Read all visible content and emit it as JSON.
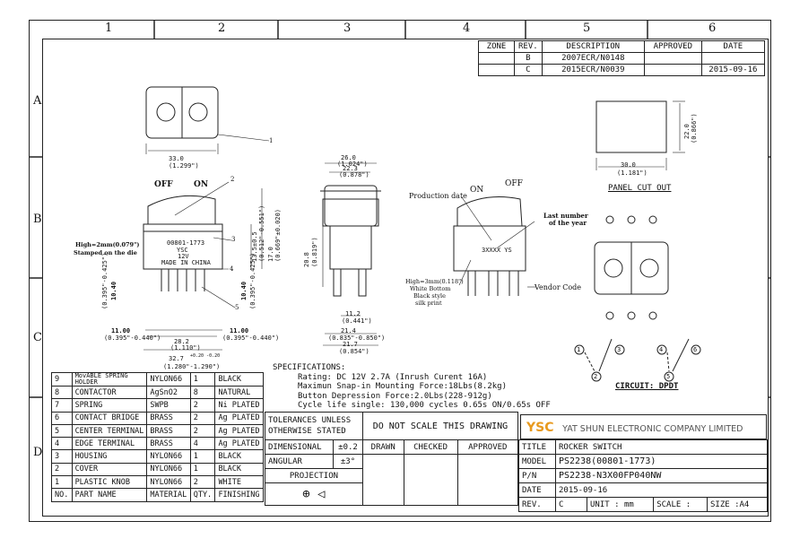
{
  "grid": {
    "columns": [
      "1",
      "2",
      "3",
      "4",
      "5",
      "6"
    ],
    "rows": [
      "A",
      "B",
      "C",
      "D"
    ]
  },
  "revisions": {
    "headers": [
      "ZONE",
      "REV.",
      "DESCRIPTION",
      "APPROVED",
      "DATE"
    ],
    "rows": [
      {
        "zone": "",
        "rev": "B",
        "desc": "2007ECR/N0148",
        "approved": "",
        "date": ""
      },
      {
        "zone": "",
        "rev": "C",
        "desc": "2015ECR/N0039",
        "approved": "",
        "date": "2015-09-16"
      }
    ]
  },
  "views": {
    "top_dim": "33.0",
    "top_dim_in": "(1.299\")",
    "callout_1": "1",
    "callout_2": "2",
    "callout_3": "3",
    "callout_4": "4",
    "callout_5": "5",
    "off_label": "OFF",
    "on_label": "ON",
    "stamp_note": "High=2mm(0.079\")",
    "stamp_note2": "Stamped on the die",
    "body_text1": "00801-1773",
    "body_text2": "YSC",
    "body_text3": "12V",
    "body_text4": "MADE IN CHINA",
    "dim_28": "28.2",
    "dim_28_in": "(1.110\")",
    "dim_32": "32.7",
    "dim_32_tol": "+0.20 -0.20",
    "dim_32_in": "(1.280\"-1.290\")",
    "dim_11a": "11.00",
    "dim_11a_in": "(0.395\"-0.440\")",
    "dim_11b": "11.00",
    "dim_11b_in": "(0.395\"-0.440\")",
    "dim_10a": "10.40",
    "dim_10a_in": "(0.395\"-0.425\")",
    "dim_10b": "10.40",
    "dim_10b_in": "(0.395\"-0.425\")",
    "dim_134": "13.5±0.5",
    "dim_134_in": "(0.512\"-0.551\")",
    "dim_17": "17.0",
    "dim_17_in": "(0.669\"±0.020)",
    "dim_26": "26.0",
    "dim_26_in": "(1.024\")",
    "dim_223": "22.3",
    "dim_223_in": "(0.878\")",
    "dim_208": "20.8",
    "dim_208_in": "(0.819\")",
    "dim_112": "11.2",
    "dim_112_in": "(0.441\")",
    "dim_214": "21.4",
    "dim_214_in": "(0.835\"-0.850\")",
    "dim_217": "21.7",
    "dim_217_in": "(0.854\")",
    "prod_date": "Production date",
    "last_number": "Last number",
    "of_year": "of the year",
    "vendor_code": "Vendor  Code",
    "code_text": "3XXXX YS",
    "silk_note": "High=3mm(0.118\")",
    "silk_note2": "White Bottom",
    "silk_note3": "Black style",
    "silk_note4": "silk print",
    "panel_30": "30.0",
    "panel_30_in": "(1.181\")",
    "panel_22": "22.0",
    "panel_22_in": "(0.866\")",
    "panel_label": "PANEL CUT OUT",
    "circuit_label": "CIRCUIT: DPDT",
    "term_1": "1",
    "term_2": "2",
    "term_3": "3",
    "term_4": "4",
    "term_5": "5",
    "term_6": "6"
  },
  "specifications": {
    "heading": "SPECIFICATIONS:",
    "lines": [
      "Rating: DC 12V 2.7A (Inrush Curent 16A)",
      "Maximun Snap-in Mounting Force:18Lbs(8.2kg)",
      "Button Depression Force:2.0Lbs(228-912g)",
      "Cycle life single: 130,000 cycles 0.65s ON/0.65s OFF"
    ]
  },
  "bom": {
    "headers": [
      "NO.",
      "PART NAME",
      "MATERIAL",
      "QTY.",
      "FINISHING"
    ],
    "rows": [
      [
        "9",
        "MovABLE SPRING HOLDER",
        "NYLON66",
        "1",
        "BLACK"
      ],
      [
        "8",
        "CONTACTOR",
        "AgSnO2",
        "8",
        "NATURAL"
      ],
      [
        "7",
        "SPRING",
        "SWPB",
        "2",
        "Ni PLATED"
      ],
      [
        "6",
        "CONTACT BRIDGE",
        "BRASS",
        "2",
        "Ag PLATED"
      ],
      [
        "5",
        "CENTER TERMINAL",
        "BRASS",
        "2",
        "Ag PLATED"
      ],
      [
        "4",
        "EDGE TERMINAL",
        "BRASS",
        "4",
        "Ag PLATED"
      ],
      [
        "3",
        "HOUSING",
        "NYLON66",
        "1",
        "BLACK"
      ],
      [
        "2",
        "COVER",
        "NYLON66",
        "1",
        "BLACK"
      ],
      [
        "1",
        "PLASTIC KNOB",
        "NYLON66",
        "2",
        "WHITE"
      ]
    ]
  },
  "titleblock": {
    "tol1": "TOLERANCES UNLESS",
    "tol2": "OTHERWISE STATED",
    "noscale": "DO NOT SCALE THIS DRAWING",
    "brand": "YSC",
    "company": "YAT SHUN ELECTRONIC COMPANY LIMITED",
    "dimensional": "DIMENSIONAL",
    "dim_tol": "±0.2",
    "angular": "ANGULAR",
    "ang_tol": "±3°",
    "drawn": "DRAWN",
    "checked": "CHECKED",
    "approved": "APPROVED",
    "projection": "PROJECTION",
    "title_lbl": "TITLE",
    "title_val": "ROCKER SWITCH",
    "model_lbl": "MODEL",
    "model_val": "PS2238(00801-1773)",
    "pn_lbl": "P/N",
    "pn_val": "PS2238-N3X00FP040NW",
    "date_lbl": "DATE",
    "date_val": "2015-09-16",
    "rev_lbl": "REV.",
    "rev_val": "C",
    "unit_lbl": "UNIT :",
    "unit_val": "mm",
    "scale_lbl": "SCALE :",
    "size_lbl": "SIZE :",
    "size_val": "A4"
  }
}
